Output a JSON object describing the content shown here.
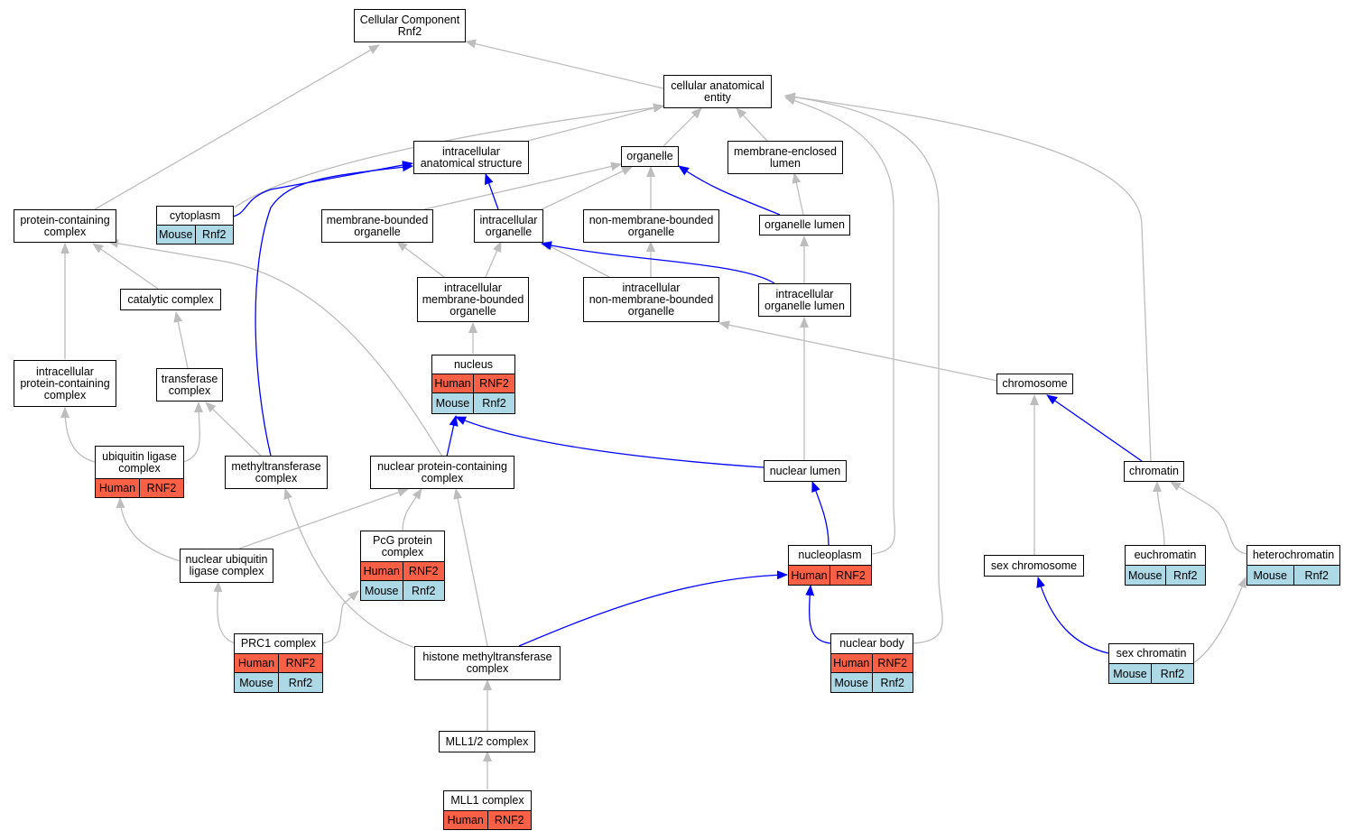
{
  "colors": {
    "edge_gray": "#bdbdbd",
    "edge_blue": "#0000ff",
    "human": "#fa6045",
    "mouse": "#add8e6"
  },
  "nodes": {
    "cc_root": "Cellular Component\nRnf2",
    "cae": "cellular anatomical\nentity",
    "ias": "intracellular\nanatomical structure",
    "organelle": "organelle",
    "mel": "membrane-enclosed\nlumen",
    "pcc": "protein-containing\ncomplex",
    "cytoplasm": "cytoplasm",
    "mbo": "membrane-bounded\norganelle",
    "io": "intracellular\norganelle",
    "nmbo": "non-membrane-bounded\norganelle",
    "ol": "organelle lumen",
    "catalytic": "catalytic complex",
    "imbo": "intracellular\nmembrane-bounded\norganelle",
    "inmbo": "intracellular\nnon-membrane-bounded\norganelle",
    "iol": "intracellular\norganelle lumen",
    "ipcc": "intracellular\nprotein-containing\ncomplex",
    "transferase": "transferase\ncomplex",
    "nucleus": "nucleus",
    "chromosome": "chromosome",
    "ulc": "ubiquitin ligase\ncomplex",
    "mtc": "methyltransferase\ncomplex",
    "npcc": "nuclear protein-containing\ncomplex",
    "nlumen": "nuclear lumen",
    "chromatin": "chromatin",
    "pcg": "PcG protein\ncomplex",
    "nulc": "nuclear ubiquitin\nligase complex",
    "nucleoplasm": "nucleoplasm",
    "sexchr": "sex chromosome",
    "euchromatin": "euchromatin",
    "heterochromatin": "heterochromatin",
    "prc1": "PRC1 complex",
    "hmtc": "histone methyltransferase\ncomplex",
    "nbody": "nuclear body",
    "sexchromatin": "sex chromatin",
    "mll12": "MLL1/2 complex",
    "mll1": "MLL1 complex"
  },
  "genes": {
    "human_label": "Human",
    "human_gene": "RNF2",
    "mouse_label": "Mouse",
    "mouse_gene": "Rnf2"
  }
}
